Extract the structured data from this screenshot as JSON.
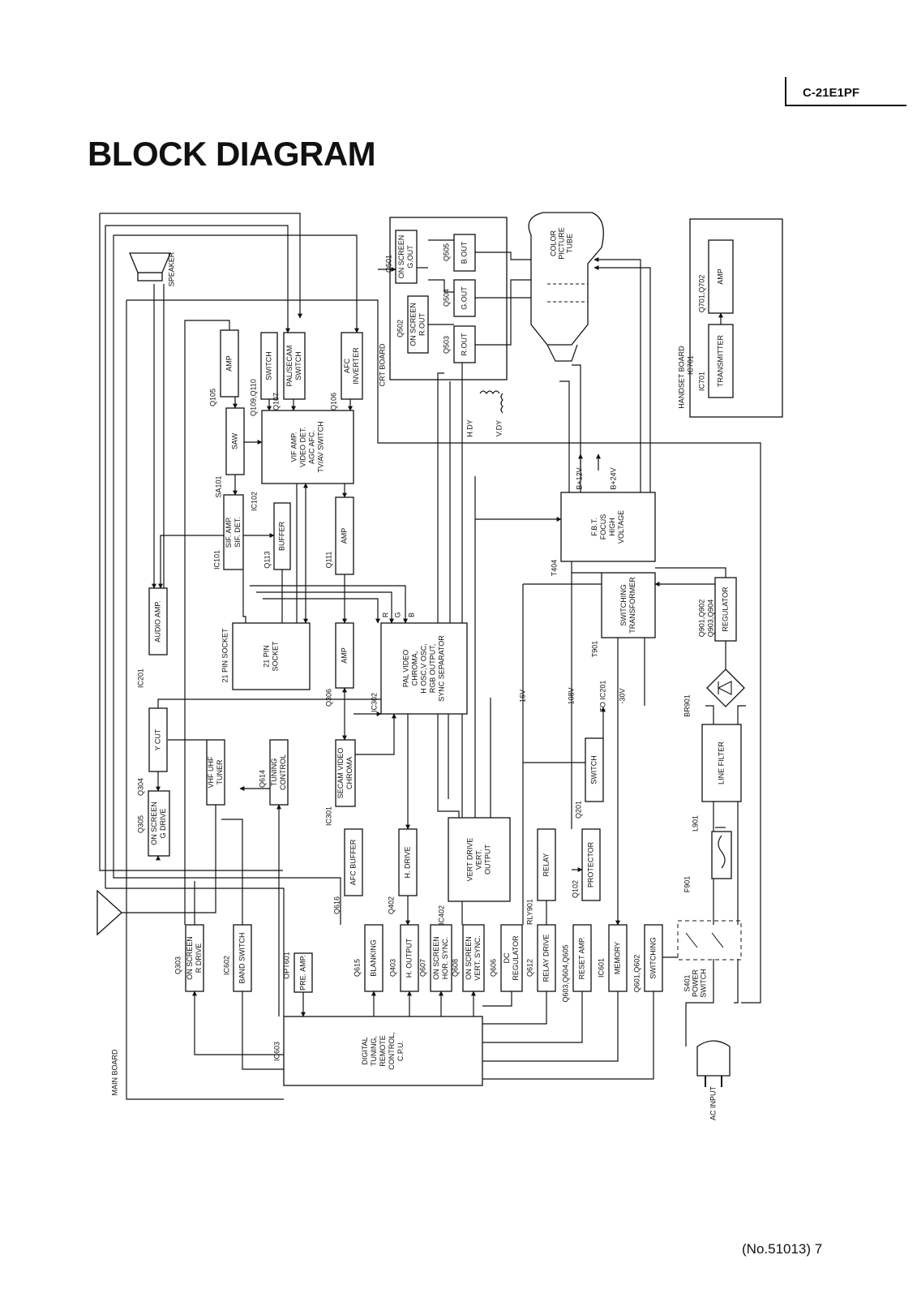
{
  "header": {
    "model": "C-21E1PF",
    "title": "BLOCK DIAGRAM",
    "page_number": "(No.51013) 7"
  },
  "boards": {
    "main": "MAIN BOARD",
    "crt": "CRT BOARD",
    "handset": "HANDSET BOARD"
  },
  "blocks": [
    {
      "id": "cpu",
      "ref": "IC603",
      "lines": [
        "DIGITAL",
        "TUNING,",
        "REMOTE",
        "CONTROL,",
        "C.P.U."
      ]
    },
    {
      "id": "on-screen-r-drive",
      "ref": "Q303",
      "lines": [
        "ON SCREEN",
        "R DRIVE"
      ]
    },
    {
      "id": "band-switch",
      "ref": "IC602",
      "lines": [
        "BAND SWITCH"
      ]
    },
    {
      "id": "pre-amp",
      "ref": "OPT601",
      "lines": [
        "PRE. AMP."
      ]
    },
    {
      "id": "blanking",
      "ref": "Q615",
      "lines": [
        "BLANKING"
      ]
    },
    {
      "id": "h-output",
      "ref": "Q403",
      "lines": [
        "H. OUTPUT"
      ]
    },
    {
      "id": "on-screen-hor-sync",
      "ref": "Q607",
      "lines": [
        "ON SCREEN",
        "HOR. SYNC."
      ]
    },
    {
      "id": "on-screen-vert-sync",
      "ref": "Q608",
      "lines": [
        "ON SCREEN",
        "VERT. SYNC."
      ]
    },
    {
      "id": "dc-regulator",
      "ref": "Q606",
      "lines": [
        "DC",
        "REGULATOR"
      ]
    },
    {
      "id": "relay-drive",
      "ref": "Q612",
      "lines": [
        "RELAY DRIVE"
      ]
    },
    {
      "id": "reset-amp",
      "ref": "Q603,Q604,Q605",
      "lines": [
        "RESET AMP."
      ]
    },
    {
      "id": "memory",
      "ref": "IC601",
      "lines": [
        "MEMORY"
      ]
    },
    {
      "id": "switching-cpu",
      "ref": "Q601,Q602",
      "lines": [
        "SWITCHING"
      ]
    },
    {
      "id": "on-screen-g-drive",
      "ref": "Q305",
      "lines": [
        "ON SCREEN",
        "G DRIVE"
      ]
    },
    {
      "id": "y-cut",
      "ref": "Q304",
      "lines": [
        "Y CUT"
      ]
    },
    {
      "id": "tuner",
      "ref": "",
      "lines": [
        "VHF UHF",
        "TUNER"
      ]
    },
    {
      "id": "tuning-control",
      "ref": "Q614",
      "lines": [
        "TUNING",
        "CONTROL"
      ]
    },
    {
      "id": "audio-amp",
      "ref": "IC201",
      "lines": [
        "AUDIO AMP."
      ]
    },
    {
      "id": "socket",
      "ref": "21 PIN SOCKET",
      "lines": [
        "21 PIN",
        "SOCKET"
      ]
    },
    {
      "id": "sif",
      "ref": "IC101",
      "lines": [
        "SIF. AMP.",
        "SIF. DET."
      ]
    },
    {
      "id": "buffer",
      "ref": "Q113",
      "lines": [
        "BUFFER"
      ]
    },
    {
      "id": "saw",
      "ref": "SA101",
      "lines": [
        "SAW"
      ]
    },
    {
      "id": "amp-q105",
      "ref": "Q105",
      "lines": [
        "AMP"
      ]
    },
    {
      "id": "switch-q109",
      "ref": "Q109,Q110",
      "lines": [
        "SWITCH"
      ]
    },
    {
      "id": "pal-secam-switch",
      "ref": "Q107",
      "lines": [
        "PAL/SECAM",
        "SWITCH"
      ]
    },
    {
      "id": "afc-inverter",
      "ref": "Q106",
      "lines": [
        "AFC",
        "INVERTER"
      ]
    },
    {
      "id": "vif",
      "ref": "IC102",
      "lines": [
        "VIF AMP.",
        "VIDEO DET.",
        "AGC AFC.",
        "TV/AV SWITCH"
      ]
    },
    {
      "id": "amp-q111",
      "ref": "Q111",
      "lines": [
        "AMP"
      ]
    },
    {
      "id": "amp-q306",
      "ref": "Q306",
      "lines": [
        "AMP"
      ]
    },
    {
      "id": "pal-video",
      "ref": "IC302",
      "lines": [
        "PAL VIDEO",
        "CHROMA,",
        "H OSC,V OSC,",
        "RGB OUTPUT,",
        "SYNC SEPARATOR"
      ]
    },
    {
      "id": "secam-video",
      "ref": "IC301",
      "lines": [
        "SECAM VIDEO",
        "CHROMA"
      ]
    },
    {
      "id": "afc-buffer",
      "ref": "Q616",
      "lines": [
        "AFC BUFFER"
      ]
    },
    {
      "id": "h-drive",
      "ref": "Q402",
      "lines": [
        "H. DRIVE"
      ]
    },
    {
      "id": "vert-drive",
      "ref": "IC402",
      "lines": [
        "VERT DRIVE",
        "VERT.",
        "OUTPUT"
      ]
    },
    {
      "id": "relay",
      "ref": "RLY901",
      "lines": [
        "RELAY"
      ]
    },
    {
      "id": "protector",
      "ref": "Q102",
      "lines": [
        "PROTECTOR"
      ]
    },
    {
      "id": "switch-q201",
      "ref": "Q201",
      "lines": [
        "SWITCH"
      ]
    },
    {
      "id": "fbt",
      "ref": "T404",
      "lines": [
        "F.B.T.",
        "FOCUS",
        "HIGH",
        "VOLTAGE"
      ]
    },
    {
      "id": "switching-transformer",
      "ref": "T901",
      "lines": [
        "SWITCHING",
        "TRANSFORMER"
      ]
    },
    {
      "id": "regulator",
      "ref": "Q901,Q902\nQ903,Q904",
      "lines": [
        "REGULATOR"
      ]
    },
    {
      "id": "line-filter",
      "ref": "L901",
      "lines": [
        "LINE FILTER"
      ]
    },
    {
      "id": "on-screen-rout",
      "ref": "Q502",
      "lines": [
        "ON SCREEN",
        "R.OUT"
      ]
    },
    {
      "id": "on-screen-gout",
      "ref": "Q501",
      "lines": [
        "ON SCREEN",
        "G.OUT"
      ]
    },
    {
      "id": "r-out",
      "ref": "Q503",
      "lines": [
        "R.OUT"
      ]
    },
    {
      "id": "g-out",
      "ref": "Q504",
      "lines": [
        "G.OUT"
      ]
    },
    {
      "id": "b-out",
      "ref": "Q505",
      "lines": [
        "B.OUT"
      ]
    },
    {
      "id": "transmitter",
      "ref": "IC701",
      "lines": [
        "TRANSMITTER"
      ]
    },
    {
      "id": "amp-handset",
      "ref": "Q701,Q702",
      "lines": [
        "AMP"
      ]
    }
  ],
  "components": {
    "speaker": "SPEAKER",
    "crt": [
      "COLOR",
      "PICTURE",
      "TUBE"
    ],
    "h_dy": "H.DY",
    "v_dy": "V.DY",
    "b12": "B+12V",
    "b24": "B+24V",
    "v16": "16V",
    "v108": "108V",
    "to_ic201": "TO IC201",
    "vneg30": "-30V",
    "fuse": "F901",
    "bridge": "BR901",
    "power_switch": [
      "S401",
      "POWER",
      "SWITCH"
    ],
    "ac_input": "AC INPUT",
    "rgb": [
      "R",
      "G",
      "B"
    ]
  }
}
